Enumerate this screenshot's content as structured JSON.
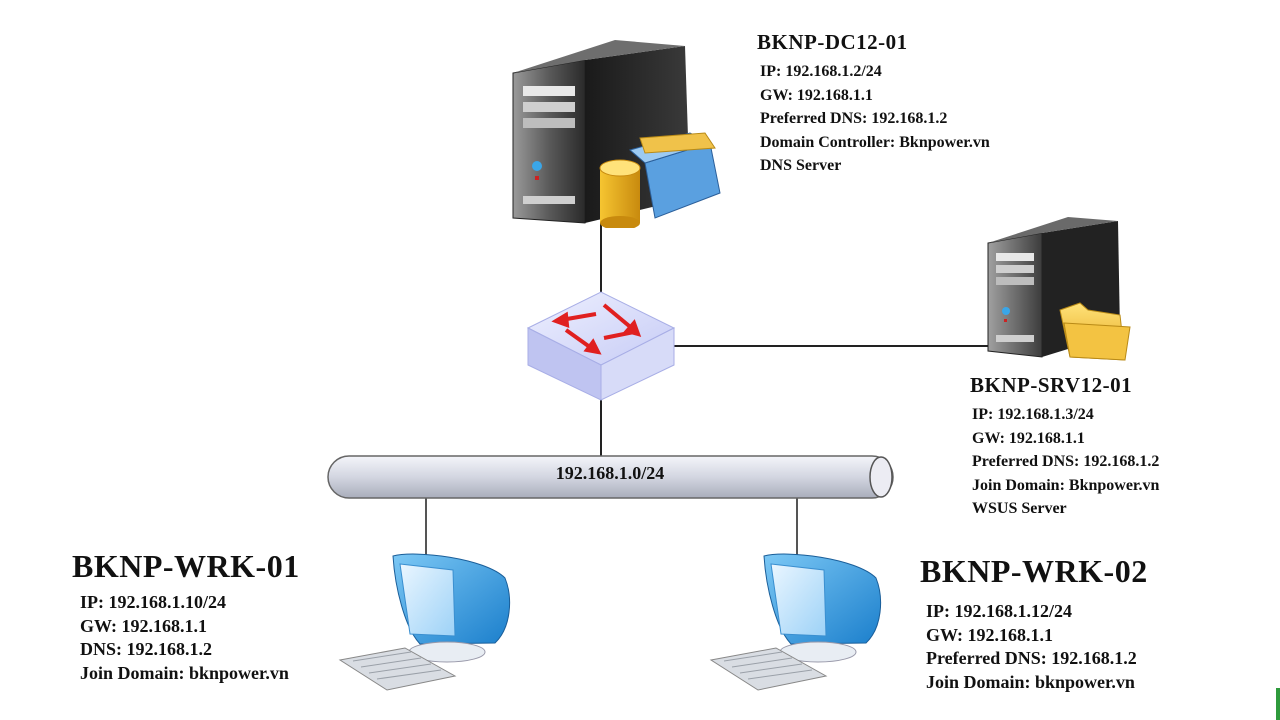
{
  "nodes": {
    "dc": {
      "name": "BKNP-DC12-01",
      "details": [
        "IP: 192.168.1.2/24",
        "GW: 192.168.1.1",
        "Preferred DNS: 192.168.1.2",
        "Domain Controller: Bknpower.vn",
        "DNS Server"
      ]
    },
    "srv": {
      "name": "BKNP-SRV12-01",
      "details": [
        "IP: 192.168.1.3/24",
        "GW: 192.168.1.1",
        "Preferred DNS: 192.168.1.2",
        "Join Domain: Bknpower.vn",
        "WSUS Server"
      ]
    },
    "wrk1": {
      "name": "BKNP-WRK-01",
      "details": [
        "IP: 192.168.1.10/24",
        "GW: 192.168.1.1",
        "DNS: 192.168.1.2",
        "Join Domain: bknpower.vn"
      ]
    },
    "wrk2": {
      "name": "BKNP-WRK-02",
      "details": [
        "IP: 192.168.1.12/24",
        "GW: 192.168.1.1",
        "Preferred DNS: 192.168.1.2",
        "Join Domain: bknpower.vn"
      ]
    }
  },
  "network": {
    "subnet": "192.168.1.0/24"
  },
  "icons": {
    "dc": "server-tower-with-database-icon",
    "srv": "server-tower-with-folder-icon",
    "switch": "network-switch-icon",
    "wrk1": "workstation-computer-icon",
    "wrk2": "workstation-computer-icon"
  },
  "colors": {
    "switch": "#c9cdf5",
    "switch_arrows": "#e02020",
    "monitor": "#3aa6e8",
    "bus": "#d6d8e2",
    "line": "#222222"
  }
}
